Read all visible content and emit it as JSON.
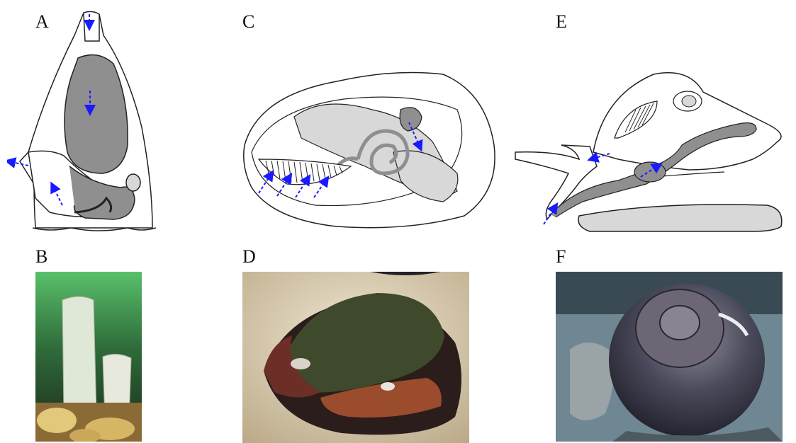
{
  "figure": {
    "panels": [
      {
        "letter": "A",
        "kind": "diagram",
        "subject": "tunicate"
      },
      {
        "letter": "B",
        "kind": "photo",
        "subject": "tunicate"
      },
      {
        "letter": "C",
        "kind": "diagram",
        "subject": "mussel"
      },
      {
        "letter": "D",
        "kind": "photo",
        "subject": "mussel"
      },
      {
        "letter": "E",
        "kind": "diagram",
        "subject": "snail"
      },
      {
        "letter": "F",
        "kind": "photo",
        "subject": "snail"
      }
    ],
    "colors": {
      "organ_fill": "#8f8f8f",
      "light_fill": "#d8d8d8",
      "outline": "#222222",
      "flow_arrow": "#1a1aff"
    },
    "icons": [
      "flow-arrow-icon"
    ]
  }
}
